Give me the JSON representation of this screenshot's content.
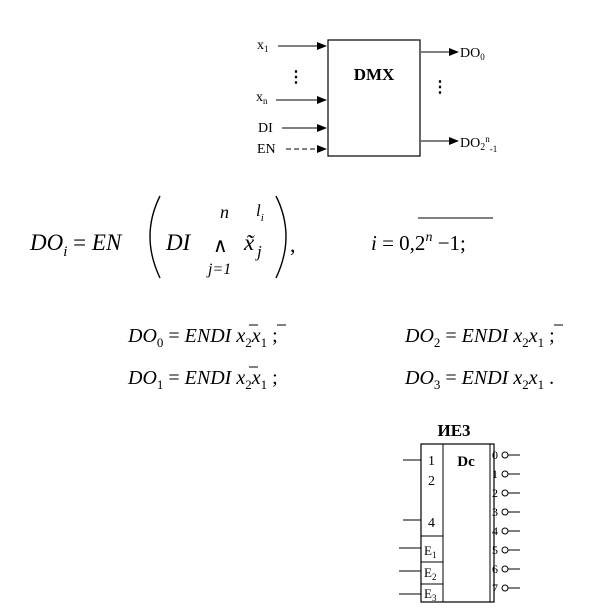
{
  "dmx": {
    "title": "DMX",
    "inputs": {
      "x1": "x1",
      "xn": "xn",
      "di": "DI",
      "en": "EN"
    },
    "outputs": {
      "do0": "DO0",
      "do_last": "DO2n-1"
    },
    "vdots": "⋮"
  },
  "formula_main": {
    "lhs": "DOi = EN",
    "di": "DI",
    "and_sym": "∧",
    "n": "n",
    "j1": "j=1",
    "x": "x̃",
    "li": "li",
    "j": "j",
    "comma": ",",
    "i_range": "i = 0,2n − 1;"
  },
  "formulas": [
    "DO0 = ENDIx̄2x1;",
    "DO1 = ENDIx̄2x1;",
    "DO2 = ENDIx2x̄1;",
    "DO3 = ENDIx2x1."
  ],
  "chip": {
    "name": "ИЕ3",
    "label": "Dc",
    "addr_inputs": [
      "1",
      "2",
      "4"
    ],
    "enable_inputs": [
      "E1",
      "E2",
      "E3"
    ],
    "outputs": [
      "0",
      "1",
      "2",
      "3",
      "4",
      "5",
      "6",
      "7"
    ]
  }
}
